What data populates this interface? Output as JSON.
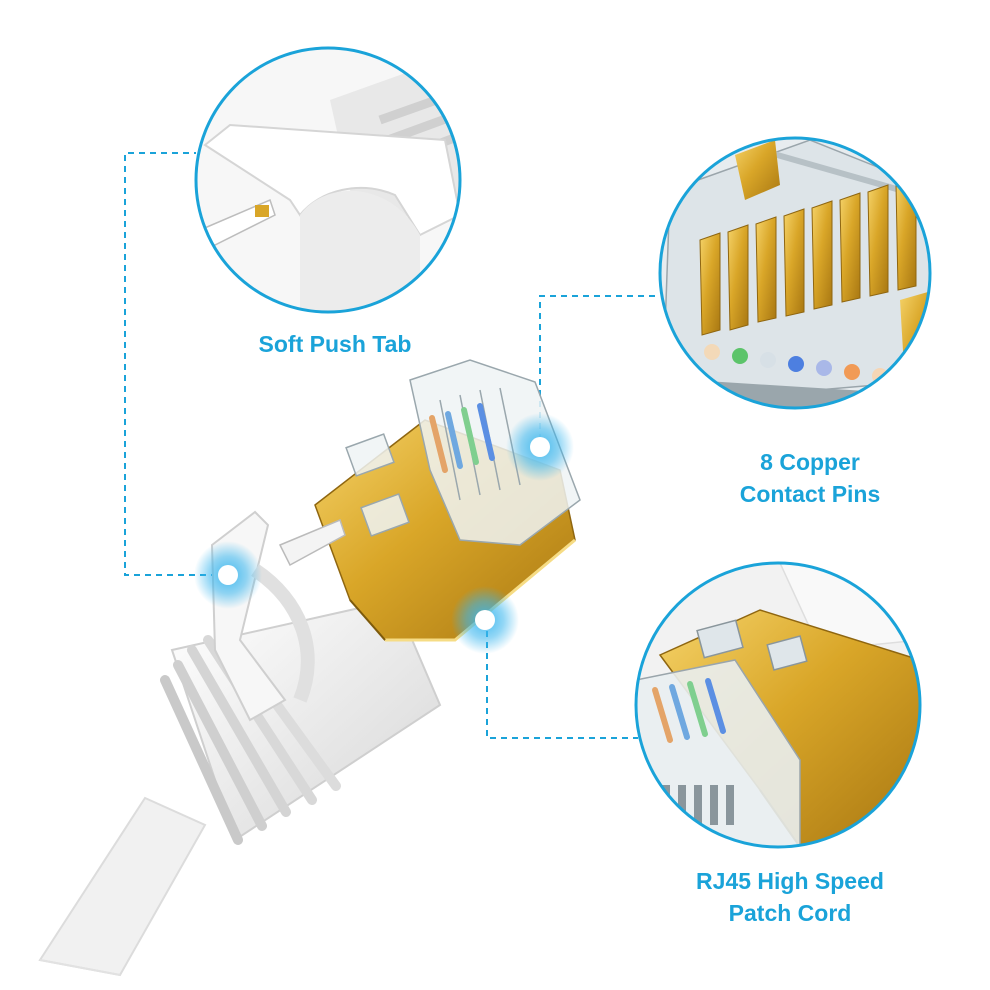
{
  "callouts": {
    "push_tab": {
      "lines": [
        "Soft Push Tab"
      ]
    },
    "copper_pins": {
      "lines": [
        "8 Copper",
        "Contact Pins"
      ]
    },
    "patch_cord": {
      "lines": [
        "RJ45 High Speed",
        "Patch Cord"
      ]
    }
  },
  "colors": {
    "accent": "#1aa3d9",
    "gold": "#d9a628",
    "cable_white": "#f2f2f2",
    "boot_gray": "#d8d8d8"
  }
}
